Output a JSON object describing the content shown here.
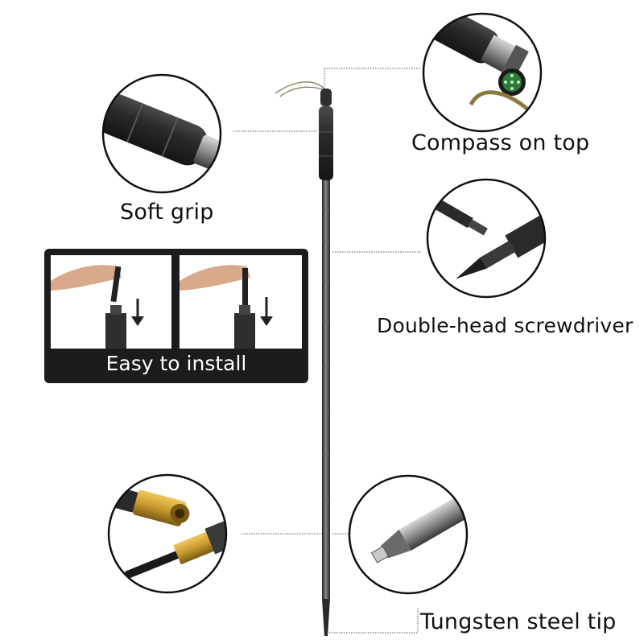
{
  "features": {
    "compass": {
      "label": "Compass on top",
      "icon": "compass-icon"
    },
    "grip": {
      "label": "Soft grip",
      "icon": "foam-grip-icon"
    },
    "screwdriver": {
      "label": "Double-head screwdriver",
      "icon": "screwdriver-icon"
    },
    "install": {
      "label": "Easy to install",
      "icon": "install-arrow-icon"
    },
    "firestarter": {
      "label": "",
      "icon": "fire-starter-icon"
    },
    "tip": {
      "label": "Tungsten steel tip",
      "icon": "tungsten-tip-icon"
    }
  },
  "colors": {
    "pole": "#3a3a3a",
    "grip": "#2a2a2a",
    "brass": "#c99a2e",
    "panel": "#1c1c1c",
    "compass_green": "#2f7a3a"
  }
}
